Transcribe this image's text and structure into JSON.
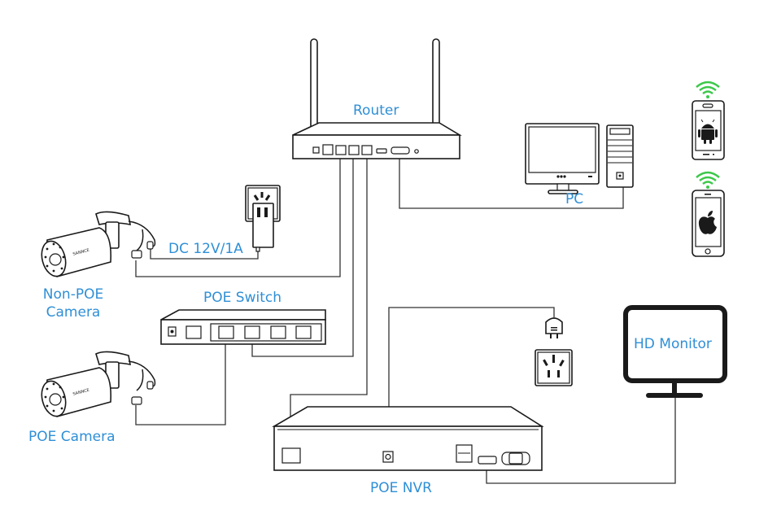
{
  "diagram": {
    "title": "Network Video Recorder Connection Diagram",
    "accent_color": "#2f8fd6",
    "wifi_color": "#3cc84a",
    "labels": {
      "router": "Router",
      "pc": "PC",
      "dc_power": "DC 12V/1A",
      "non_poe_camera_line1": "Non-POE",
      "non_poe_camera_line2": "Camera",
      "poe_switch": "POE Switch",
      "poe_camera": "POE Camera",
      "hd_monitor": "HD Monitor",
      "poe_nvr": "POE NVR"
    },
    "devices": [
      {
        "id": "router",
        "name": "Router",
        "icon": "router-icon"
      },
      {
        "id": "pc",
        "name": "PC",
        "icon": "desktop-computer-icon"
      },
      {
        "id": "android",
        "name": "Android Phone",
        "icon": "android-phone-icon"
      },
      {
        "id": "iphone",
        "name": "iPhone",
        "icon": "apple-phone-icon"
      },
      {
        "id": "adapter",
        "name": "DC 12V/1A power adapter",
        "icon": "power-adapter-icon"
      },
      {
        "id": "non_poe_camera",
        "name": "Non-POE Camera",
        "icon": "bullet-camera-icon"
      },
      {
        "id": "poe_switch",
        "name": "POE Switch",
        "icon": "network-switch-icon"
      },
      {
        "id": "poe_camera",
        "name": "POE Camera",
        "icon": "bullet-camera-icon"
      },
      {
        "id": "outlet",
        "name": "Power outlet",
        "icon": "wall-outlet-icon"
      },
      {
        "id": "hd_monitor",
        "name": "HD Monitor",
        "icon": "monitor-icon"
      },
      {
        "id": "nvr",
        "name": "POE NVR",
        "icon": "nvr-icon"
      }
    ],
    "connections": [
      {
        "from": "Router LAN1",
        "to": "Non-POE Camera"
      },
      {
        "from": "Router LAN2",
        "to": "POE Switch port"
      },
      {
        "from": "Router LAN3",
        "to": "POE NVR LAN"
      },
      {
        "from": "Router VGA",
        "to": "PC"
      },
      {
        "from": "DC 12V/1A adapter",
        "to": "Non-POE Camera power"
      },
      {
        "from": "POE Switch port",
        "to": "POE Camera"
      },
      {
        "from": "Outlet plug",
        "to": "POE NVR DC in"
      },
      {
        "from": "POE NVR HDMI",
        "to": "HD Monitor"
      }
    ]
  }
}
